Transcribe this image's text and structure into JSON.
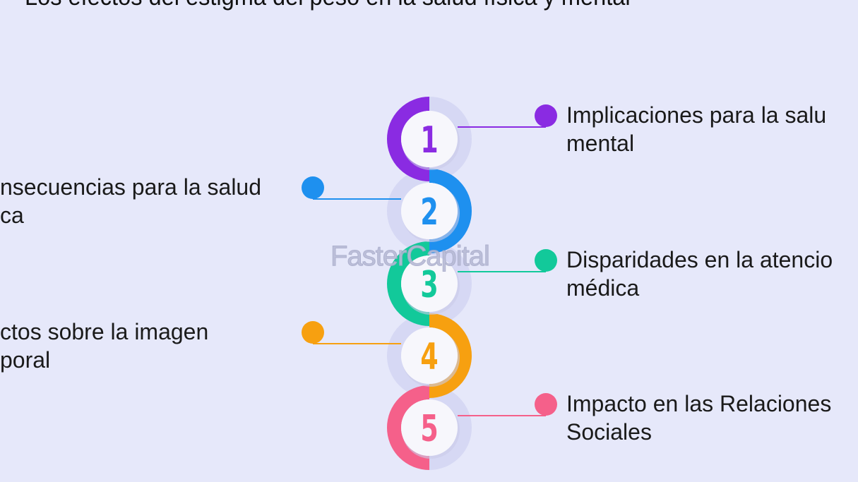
{
  "title": "Los efectos del estigma del peso en la salud física y mental",
  "watermark": "FasterCapital",
  "steps": [
    {
      "number": "1",
      "color": "#8a2be2",
      "side": "right",
      "lines": [
        "Implicaciones para la salu",
        "mental"
      ]
    },
    {
      "number": "2",
      "color": "#1e90ef",
      "side": "left",
      "lines": [
        "nsecuencias para la salud",
        "ca"
      ]
    },
    {
      "number": "3",
      "color": "#12c99a",
      "side": "right",
      "lines": [
        "Disparidades en la atencio",
        "médica"
      ]
    },
    {
      "number": "4",
      "color": "#f7a010",
      "side": "left",
      "lines": [
        "ctos sobre la imagen",
        "poral"
      ]
    },
    {
      "number": "5",
      "color": "#f5608a",
      "side": "right",
      "lines": [
        "Impacto en las Relaciones",
        "Sociales"
      ]
    }
  ]
}
